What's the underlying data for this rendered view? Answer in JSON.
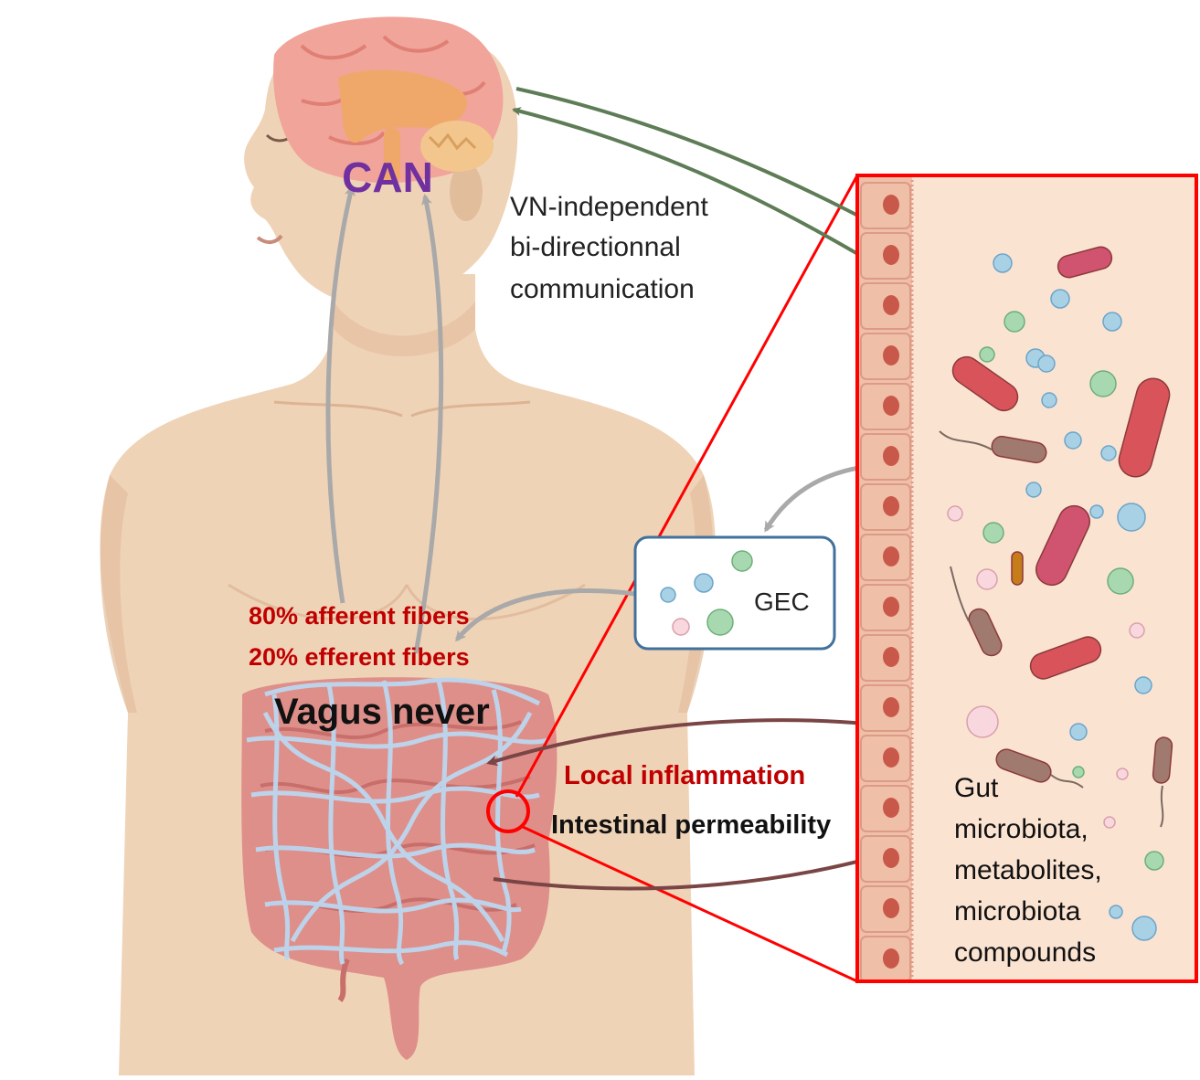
{
  "labels": {
    "can": "CAN",
    "vn_line1": "VN-independent",
    "vn_line2": "bi-directionnal",
    "vn_line3": "communication",
    "afferent": "80% afferent fibers",
    "efferent": "20% efferent fibers",
    "vagus": "Vagus never",
    "gec": "GEC",
    "local_inflammation": "Local inflammation",
    "intestinal_permeability": "Intestinal permeability",
    "gut_line1": "Gut",
    "gut_line2": "microbiota,",
    "gut_line3": "metabolites,",
    "gut_line4": "microbiota",
    "gut_line5": "compounds"
  },
  "colors": {
    "skin": "#efd3b7",
    "skin_shade": "#e2bd9c",
    "brain": "#f1a49a",
    "brain_inner": "#f0a86a",
    "intestine": "#df8f8a",
    "vagus_mesh": "#bcd7f0",
    "can_text": "#7030a0",
    "red_text": "#c00000",
    "frame_red": "#ff0000",
    "green_arrow": "#5e7c56",
    "grey_arrow": "#a9a9a9",
    "maroon_arrow": "#7a4545",
    "gec_box": "#41719c",
    "epithelium": "#f0bfa8",
    "nucleus": "#c8584a",
    "lumen": "#fbe3d2"
  },
  "icons": [
    "human-torso-illustration",
    "brain-icon",
    "intestine-icon",
    "vagus-nerve-mesh-icon",
    "epithelial-cell-icon",
    "bacteria-icon",
    "metabolite-dot-icon"
  ]
}
